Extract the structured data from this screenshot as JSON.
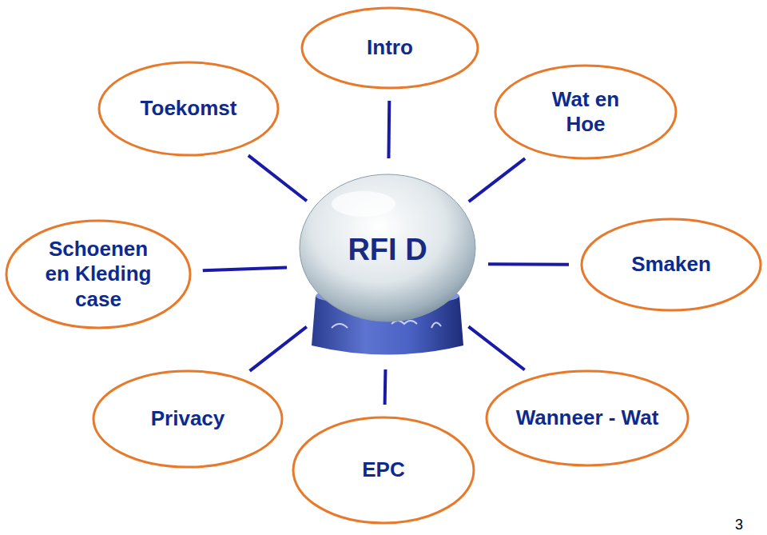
{
  "diagram": {
    "nodes": [
      {
        "text": [
          "Intro"
        ]
      },
      {
        "text": [
          "Toekomst"
        ]
      },
      {
        "text": [
          "Wat en Hoe"
        ]
      },
      {
        "text": [
          "Schoenen en Kleding case"
        ]
      },
      {
        "text": [
          "RFI D"
        ]
      },
      {
        "text": [
          "Smaken"
        ]
      },
      {
        "text": [
          "Privacy"
        ]
      },
      {
        "text": [
          "Wanneer - Wat"
        ]
      },
      {
        "text": [
          "EPC"
        ]
      }
    ],
    "edges": [
      {
        "from": 4,
        "to": 0,
        "arrow": "none"
      },
      {
        "from": 4,
        "to": 2,
        "arrow": "none"
      },
      {
        "from": 4,
        "to": 5,
        "arrow": "none"
      },
      {
        "from": 4,
        "to": 7,
        "arrow": "none"
      },
      {
        "from": 4,
        "to": 8,
        "arrow": "none"
      },
      {
        "from": 4,
        "to": 6,
        "arrow": "none"
      },
      {
        "from": 4,
        "to": 3,
        "arrow": "none"
      },
      {
        "from": 4,
        "to": 1,
        "arrow": "none"
      }
    ],
    "labels": [
      "3"
    ]
  }
}
